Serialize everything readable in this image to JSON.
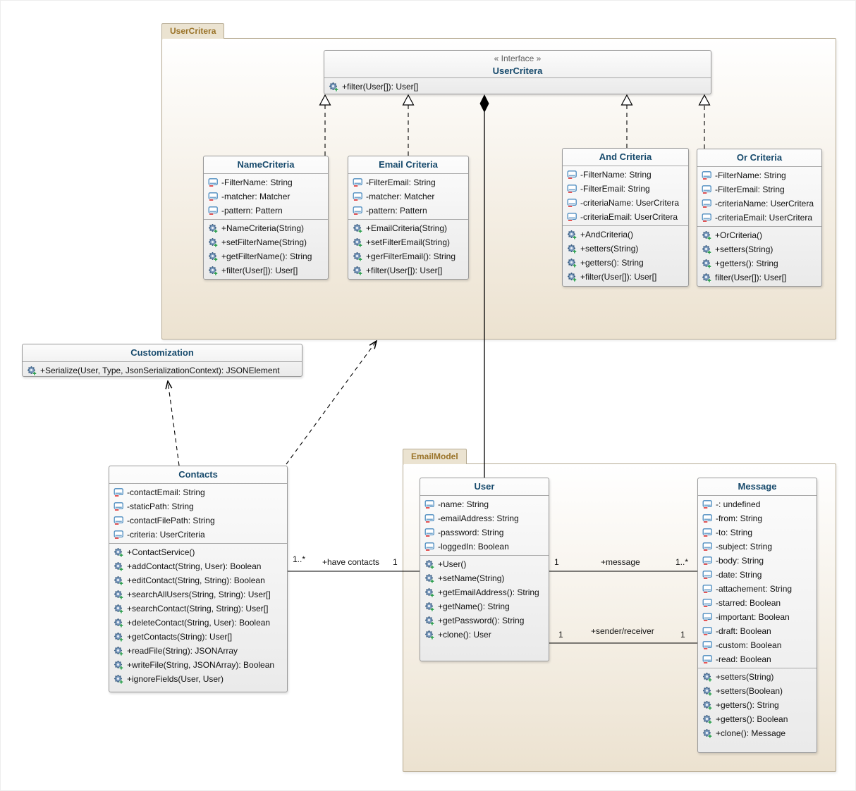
{
  "packages": {
    "userCritera": {
      "label": "UserCritera"
    },
    "emailModel": {
      "label": "EmailModel"
    }
  },
  "interface": {
    "stereotype": "« Interface »",
    "name": "UserCritera",
    "methods": [
      "+filter(User[]): User[]"
    ]
  },
  "classes": {
    "nameCriteria": {
      "title": "NameCriteria",
      "attributes": [
        "-FilterName: String",
        "-matcher: Matcher",
        "-pattern: Pattern"
      ],
      "methods": [
        "+NameCriteria(String)",
        "+setFilterName(String)",
        "+getFilterName(): String",
        "+filter(User[]): User[]"
      ]
    },
    "emailCriteria": {
      "title": "Email Criteria",
      "attributes": [
        "-FilterEmail: String",
        "-matcher: Matcher",
        "-pattern: Pattern"
      ],
      "methods": [
        "+EmailCriteria(String)",
        "+setFilterEmail(String)",
        "+gerFilterEmail(): String",
        "+filter(User[]): User[]"
      ]
    },
    "andCriteria": {
      "title": "And Criteria",
      "attributes": [
        "-FilterName: String",
        "-FilterEmail: String",
        "-criteriaName: UserCritera",
        "-criteriaEmail: UserCritera"
      ],
      "methods": [
        "+AndCriteria()",
        "+setters(String)",
        "+getters(): String",
        "+filter(User[]): User[]"
      ]
    },
    "orCriteria": {
      "title": "Or Criteria",
      "attributes": [
        "-FilterName: String",
        "-FilterEmail: String",
        "-criteriaName: UserCritera",
        "-criteriaEmail: UserCritera"
      ],
      "methods": [
        "+OrCriteria()",
        "+setters(String)",
        "+getters(): String",
        "filter(User[]): User[]"
      ]
    },
    "customization": {
      "title": "Customization",
      "methods": [
        "+Serialize(User, Type, JsonSerializationContext): JSONElement"
      ]
    },
    "contacts": {
      "title": "Contacts",
      "attributes": [
        "-contactEmail: String",
        "-staticPath: String",
        "-contactFilePath: String",
        "-criteria: UserCriteria"
      ],
      "methods": [
        "+ContactService()",
        "+addContact(String, User): Boolean",
        "+editContact(String, String): Boolean",
        "+searchAllUsers(String, String): User[]",
        "+searchContact(String, String): User[]",
        "+deleteContact(String, User): Boolean",
        "+getContacts(String): User[]",
        "+readFile(String): JSONArray",
        "+writeFile(String, JSONArray): Boolean",
        "+ignoreFields(User, User)"
      ]
    },
    "user": {
      "title": "User",
      "attributes": [
        "-name: String",
        "-emailAddress: String",
        "-password: String",
        "-loggedIn: Boolean"
      ],
      "methods": [
        "+User()",
        "+setName(String)",
        "+getEmailAddress(): String",
        "+getName(): String",
        "+getPassword(): String",
        "+clone(): User"
      ]
    },
    "message": {
      "title": "Message",
      "attributes": [
        "-: undefined",
        "-from: String",
        "-to: String",
        "-subject: String",
        "-body: String",
        "-date: String",
        "-attachement: String",
        "-starred: Boolean",
        "-important: Boolean",
        "-draft: Boolean",
        "-custom: Boolean",
        "-read: Boolean"
      ],
      "methods": [
        "+setters(String)",
        "+setters(Boolean)",
        "+getters(): String",
        "+getters(): Boolean",
        "+clone(): Message"
      ]
    }
  },
  "associations": {
    "haveContacts": {
      "label": "+have contacts",
      "sourceMult": "1..*",
      "targetMult": "1"
    },
    "message": {
      "label": "+message",
      "sourceMult": "1",
      "targetMult": "1..*"
    },
    "senderReceiver": {
      "label": "+sender/receiver",
      "sourceMult": "1",
      "targetMult": "1"
    }
  },
  "colors": {
    "classTitle": "#174a6c",
    "packageTabText": "#9a7328",
    "packageFill": "#ece2d0",
    "fieldIconBlue": "#4b8bbf",
    "fieldBadgeRed": "#e04343",
    "methodIconBlue": "#4a7096",
    "methodBadgeGreen": "#2e9e4f",
    "lineColor": "#000000"
  }
}
